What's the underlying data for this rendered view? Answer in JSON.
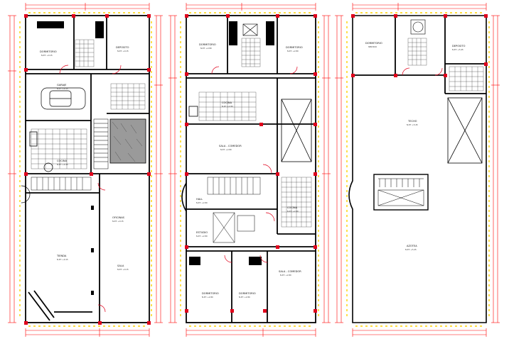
{
  "colors": {
    "wall": "#000000",
    "dimension": "#ff0000",
    "column": "#e0001b",
    "axis": "#ffd200",
    "dim_text": "#b00000",
    "tile": "#333333"
  },
  "plans": [
    {
      "id": "plan-1",
      "rooms": [
        {
          "name": "DORMITORIO",
          "note": "N.P.T. +0.15"
        },
        {
          "name": "DEPOSITO",
          "note": "N.P.T. +0.15"
        },
        {
          "name": "GARAJE",
          "note": "N.P.T. +0.15"
        },
        {
          "name": "COCINA",
          "note": "N.P.T. +0.15"
        },
        {
          "name": "TIENDA",
          "note": "N.P.T. +0.15"
        },
        {
          "name": "OFICINAS",
          "note": "N.P.T. +0.15"
        },
        {
          "name": "SALA",
          "note": "N.P.T. +0.15"
        }
      ]
    },
    {
      "id": "plan-2",
      "rooms": [
        {
          "name": "DORMITORIO",
          "note": "N.P.T. +2.80"
        },
        {
          "name": "DORMITORIO",
          "note": "N.P.T. +2.80"
        },
        {
          "name": "COCINA",
          "note": "N.P.T. +2.80"
        },
        {
          "name": "SALA - COMEDOR",
          "note": "N.P.T. +2.80"
        },
        {
          "name": "HALL",
          "note": "N.P.T. +2.80"
        },
        {
          "name": "COCINA",
          "note": "N.P.T. +2.80"
        },
        {
          "name": "ESTUDIO",
          "note": "N.P.T. +2.80"
        },
        {
          "name": "DORMITORIO",
          "note": "N.P.T. +2.80"
        },
        {
          "name": "DORMITORIO",
          "note": "N.P.T. +2.80"
        },
        {
          "name": "SALA - COMEDOR",
          "note": "N.P.T. +2.80"
        }
      ]
    },
    {
      "id": "plan-3",
      "rooms": [
        {
          "name": "DORMITORIO",
          "note": "SERVICIO"
        },
        {
          "name": "DEPOSITO",
          "note": "N.P.T. +5.45"
        },
        {
          "name": "TECHO",
          "note": "N.P.T. +5.45"
        },
        {
          "name": "AZOTEA",
          "note": "N.P.T. +5.45"
        }
      ]
    }
  ]
}
